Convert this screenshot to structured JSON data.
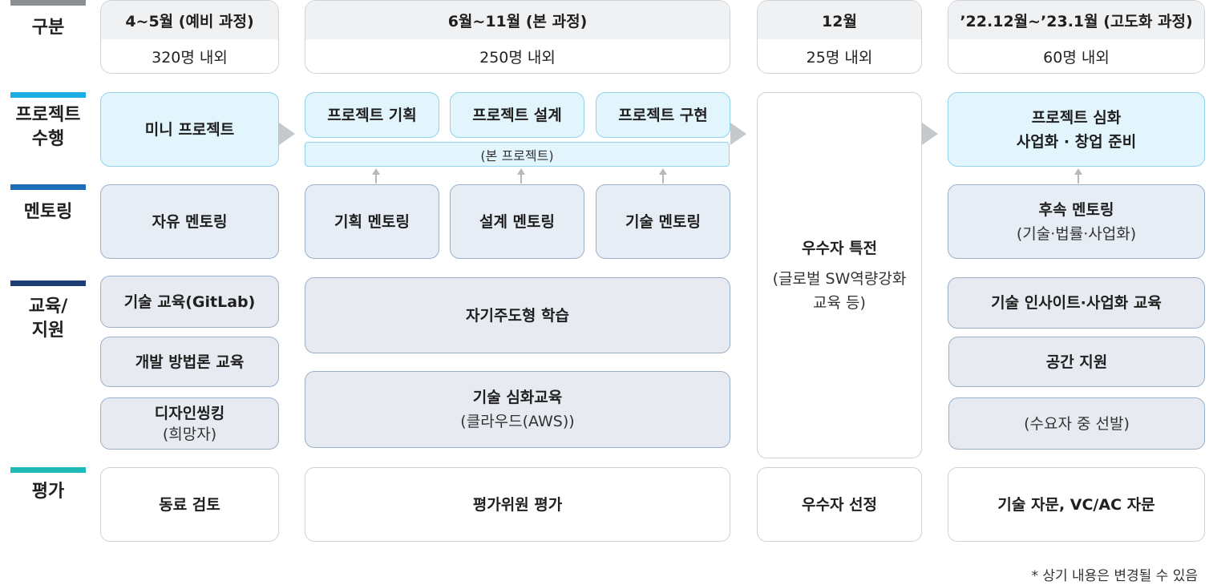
{
  "row_labels": {
    "category": "구분",
    "project": "프로젝트\n수행",
    "mentoring": "멘토링",
    "education": "교육/\n지원",
    "evaluation": "평가"
  },
  "colors": {
    "label_bar_gray": "#8b8f94",
    "label_bar_cyan": "#1aaee5",
    "label_bar_blue": "#1b6db5",
    "label_bar_navy": "#1d3f74",
    "label_bar_teal": "#1fb9b8"
  },
  "phases": [
    {
      "title": "4~5월 (예비 과정)",
      "count": "320명 내외"
    },
    {
      "title": "6월~11월 (본 과정)",
      "count": "250명 내외"
    },
    {
      "title": "12월",
      "count": "25명 내외"
    },
    {
      "title": "’22.12월~’23.1월 (고도화 과정)",
      "count": "60명 내외"
    }
  ],
  "project": {
    "mini": "미니 프로젝트",
    "plan": "프로젝트 기획",
    "design": "프로젝트 설계",
    "build": "프로젝트 구현",
    "main_bracket": "(본 프로젝트)",
    "advanced_line1": "프로젝트 심화",
    "advanced_line2": "사업화 · 창업 준비"
  },
  "mentoring": {
    "free": "자유 멘토링",
    "plan": "기획 멘토링",
    "design": "설계 멘토링",
    "tech": "기술 멘토링",
    "follow_title": "후속 멘토링",
    "follow_sub": "(기술·법률·사업화)"
  },
  "excellent": {
    "title": "우수자 특전",
    "sub_line1": "(글로벌 SW역량강화",
    "sub_line2": "교육 등)"
  },
  "education": {
    "gitlab": "기술 교육(GitLab)",
    "method": "개발 방법론 교육",
    "design_thinking": "디자인씽킹",
    "design_thinking_sub": "(희망자)",
    "self_directed": "자기주도형 학습",
    "deep_title": "기술 심화교육",
    "deep_sub": "(클라우드(AWS))",
    "insight": "기술 인사이트·사업화 교육",
    "space": "공간 지원",
    "space_sub": "(수요자 중 선발)"
  },
  "evaluation": {
    "peer": "동료 검토",
    "committee": "평가위원 평가",
    "selection": "우수자 선정",
    "advice": "기술 자문, VC/AC 자문"
  },
  "footnote": "* 상기 내용은 변경될 수 있음"
}
